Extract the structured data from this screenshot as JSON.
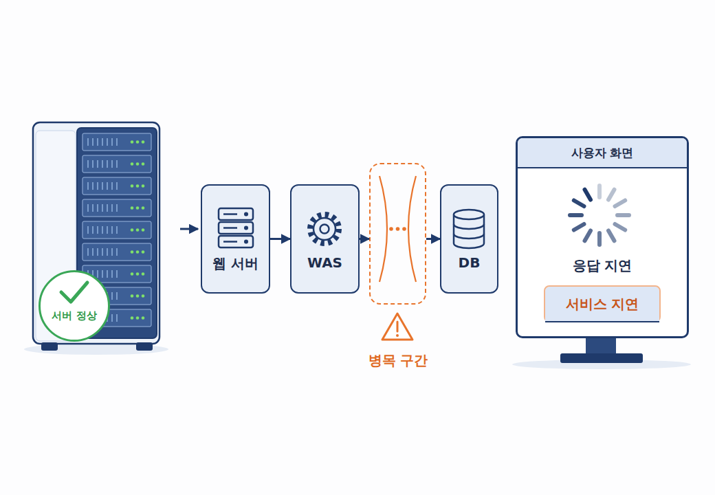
{
  "diagram": {
    "nodes": [
      {
        "text": [
          "서버 정상"
        ]
      },
      {
        "text": [
          "웹 서버"
        ]
      },
      {
        "text": [
          "WAS"
        ]
      },
      {
        "text": [
          "병목 구간"
        ]
      },
      {
        "text": [
          "DB"
        ]
      },
      {
        "text": [
          "사용자 화면",
          "응답 지연"
        ]
      },
      {
        "text": [
          "서비스 지연"
        ],
        "in": 5
      }
    ],
    "edges": [
      {
        "from": 1,
        "to": 2,
        "arrow": "to"
      },
      {
        "from": 2,
        "to": 3,
        "arrow": "to"
      },
      {
        "from": 3,
        "to": 4,
        "arrow": "to"
      }
    ]
  }
}
